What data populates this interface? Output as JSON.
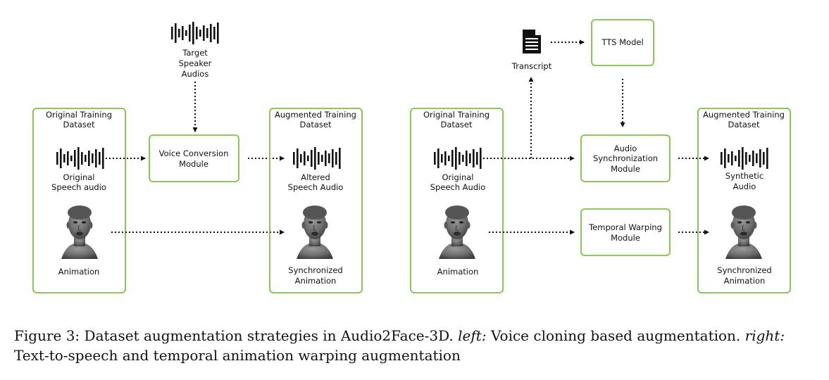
{
  "colors": {
    "box_border": "#7dc242",
    "text": "#111111",
    "face": "#777777"
  },
  "left": {
    "original_dataset": {
      "line1": "Original Training",
      "line2": "Dataset",
      "audio_line1": "Original",
      "audio_line2": "Speech audio",
      "animation": "Animation"
    },
    "target": {
      "line1": "Target",
      "line2": "Speaker",
      "line3": "Audios"
    },
    "voice_conversion": {
      "line1": "Voice Conversion",
      "line2": "Module"
    },
    "augmented_dataset": {
      "line1": "Augmented Training",
      "line2": "Dataset",
      "audio_line1": "Altered",
      "audio_line2": "Speech Audio",
      "anim_line1": "Synchronized",
      "anim_line2": "Animation"
    }
  },
  "right": {
    "original_dataset": {
      "line1": "Original Training",
      "line2": "Dataset",
      "audio_line1": "Original",
      "audio_line2": "Speech Audio",
      "animation": "Animation"
    },
    "transcript": "Transcript",
    "tts": "TTS Model",
    "audio_sync": {
      "line1": "Audio",
      "line2": "Synchronization",
      "line3": "Module"
    },
    "temporal_warping": {
      "line1": "Temporal Warping",
      "line2": "Module"
    },
    "augmented_dataset": {
      "line1": "Augmented Training",
      "line2": "Dataset",
      "audio_line1": "Synthetic",
      "audio_line2": "Audio",
      "anim_line1": "Synchronized",
      "anim_line2": "Animation"
    }
  },
  "caption": {
    "prefix": "Figure 3: Dataset augmentation strategies in Audio2Face-3D.",
    "left_label": "left:",
    "left_text": "Voice cloning based augmentation.",
    "right_label": "right:",
    "right_text": "Text-to-speech and temporal animation warping augmentation"
  }
}
